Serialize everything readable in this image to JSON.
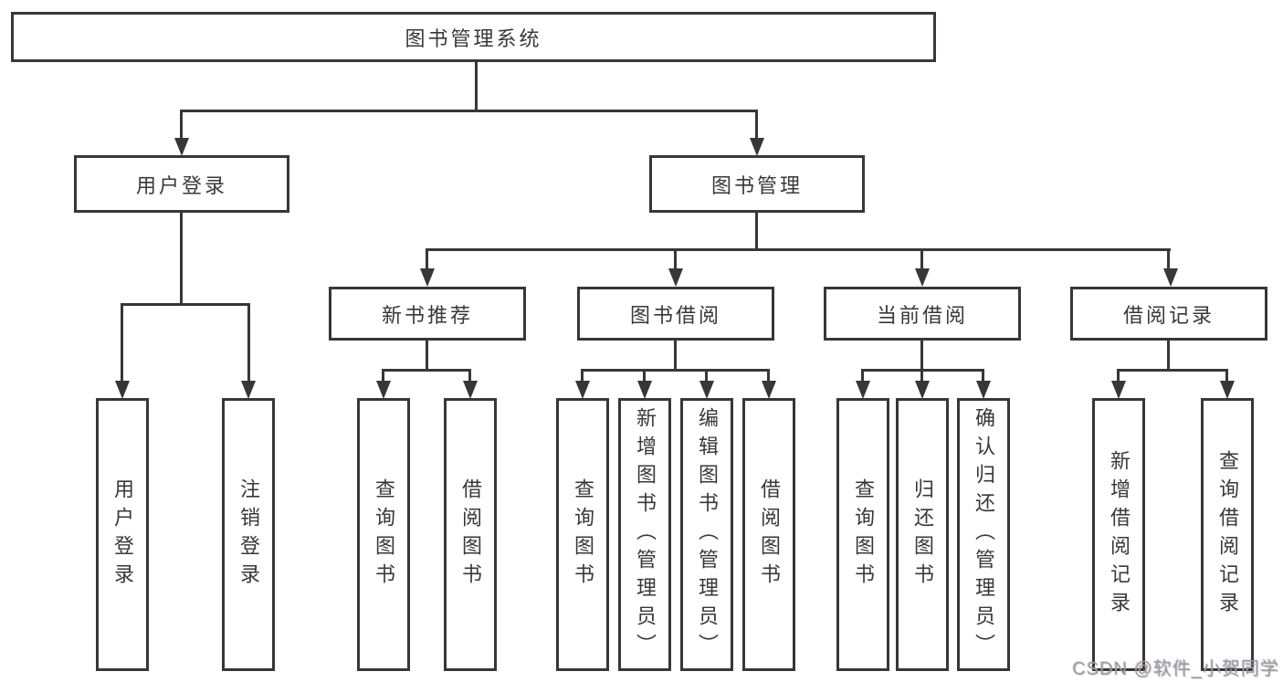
{
  "colors": {
    "line": "#373737",
    "text": "#383838",
    "box_fill": "#ffffff",
    "background": "#ffffff",
    "watermark": "#9b9b9b"
  },
  "watermark": {
    "text": "CSDN @软件_小贺同学"
  },
  "tree": {
    "label": "图书管理系统",
    "children": [
      {
        "label": "用户登录",
        "children": [
          {
            "label": "用户登录"
          },
          {
            "label": "注销登录"
          }
        ]
      },
      {
        "label": "图书管理",
        "children": [
          {
            "label": "新书推荐",
            "children": [
              {
                "label": "查询图书"
              },
              {
                "label": "借阅图书"
              }
            ]
          },
          {
            "label": "图书借阅",
            "children": [
              {
                "label": "查询图书"
              },
              {
                "label": "新增图书（管理员）"
              },
              {
                "label": "编辑图书（管理员）"
              },
              {
                "label": "借阅图书"
              }
            ]
          },
          {
            "label": "当前借阅",
            "children": [
              {
                "label": "查询图书"
              },
              {
                "label": "归还图书"
              },
              {
                "label": "确认归还（管理员）"
              }
            ]
          },
          {
            "label": "借阅记录",
            "children": [
              {
                "label": "新增借阅记录"
              },
              {
                "label": "查询借阅记录"
              }
            ]
          }
        ]
      }
    ]
  }
}
